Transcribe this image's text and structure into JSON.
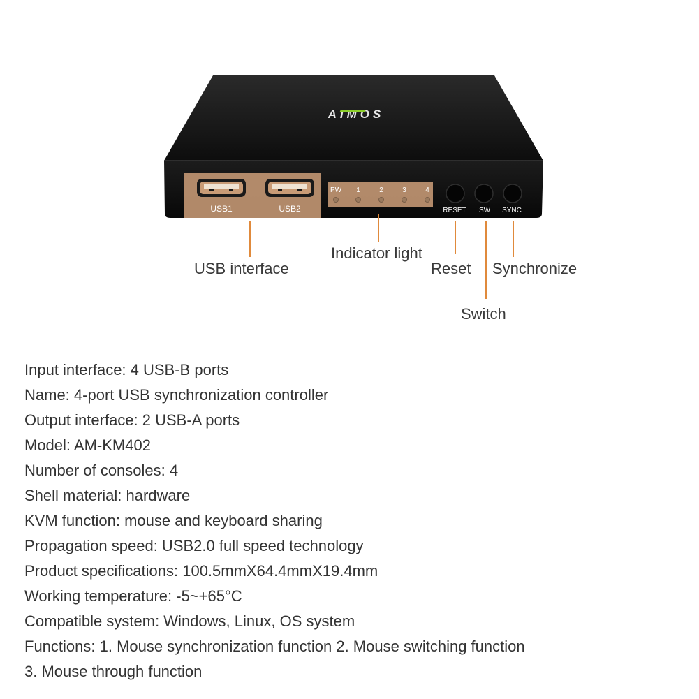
{
  "device": {
    "brand_logo": "AIMOS",
    "ports": [
      {
        "label": "USB1"
      },
      {
        "label": "USB2"
      }
    ],
    "indicators": [
      "PW",
      "1",
      "2",
      "3",
      "4"
    ],
    "buttons": [
      {
        "label": "RESET"
      },
      {
        "label": "SW"
      },
      {
        "label": "SYNC"
      }
    ],
    "colors": {
      "body": "#151515",
      "highlight": "#c89b76",
      "logo_accent": "#8ccf2a",
      "callout_line": "#e08a3c"
    }
  },
  "callouts": {
    "usb_interface": "USB interface",
    "indicator_light": "Indicator light",
    "reset": "Reset",
    "synchronize": "Synchronize",
    "switch": "Switch"
  },
  "specs": [
    "Input interface: 4 USB-B ports",
    "Name: 4-port USB synchronization controller",
    "Output interface: 2 USB-A ports",
    "Model: AM-KM402",
    "Number of consoles: 4",
    "Shell material: hardware",
    "KVM function: mouse and keyboard sharing",
    "Propagation speed: USB2.0 full speed technology",
    "Product specifications: 100.5mmX64.4mmX19.4mm",
    "Working temperature: -5~+65°C",
    "Compatible system: Windows, Linux, OS system",
    "Functions: 1. Mouse synchronization function 2. Mouse switching function",
    "3. Mouse through function"
  ]
}
